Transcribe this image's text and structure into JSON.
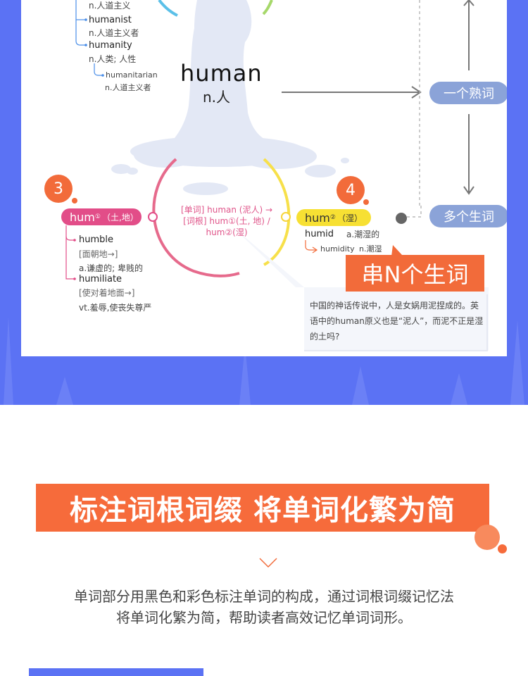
{
  "card": {
    "top_words": [
      {
        "word": "",
        "meaning": "n.人道主义"
      },
      {
        "word": "humanist",
        "meaning": "n.人道主义者"
      },
      {
        "word": "humanity",
        "meaning": "n.人类; 人性"
      },
      {
        "word": "humanitarian",
        "meaning": "n.人道主义者"
      }
    ],
    "root_word": "human",
    "root_meaning": "n.人",
    "known_label": "一个熟词",
    "many_label": "多个生词",
    "node3": {
      "number": "3",
      "tag": "hum",
      "tag_sup": "①",
      "tag_sub": "（土,地）",
      "words": [
        {
          "word": "humble",
          "analysis": "[面朝地→]",
          "meaning": "a.谦虚的; 卑贱的"
        },
        {
          "word": "humiliate",
          "analysis": "[使对着地面→]",
          "meaning": "vt.羞辱,使丧失尊严"
        }
      ]
    },
    "node4": {
      "number": "4",
      "tag": "hum",
      "tag_sup": "②",
      "tag_sub": "（湿）",
      "words": [
        {
          "word": "humid",
          "meaning": "a.潮湿的"
        },
        {
          "word": "humidity",
          "meaning": "n.潮湿"
        }
      ]
    },
    "center": {
      "line1": "[单词] human (泥人) →",
      "line2": "[词根] hum①(土, 地) /",
      "line3": "hum②(湿)"
    },
    "chain_badge": "串N个生词",
    "note": "中国的神话传说中，人是女娲用泥捏成的。英语中的human原义也是“泥人”，而泥不正是湿的土吗?"
  },
  "section": {
    "headline": "标注词根词缀 将单词化繁为简",
    "desc_line1": "单词部分用黑色和彩色标注单词的构成，通过词根词缀记忆法",
    "desc_line2": "将单词化繁为简，帮助读者高效记忆单词词形。"
  },
  "colors": {
    "band_blue": "#5b72f4",
    "accent_orange": "#f26b3a",
    "pill_blue": "#8ba3d8",
    "pink": "#e24d88",
    "yellow": "#f7e033"
  }
}
